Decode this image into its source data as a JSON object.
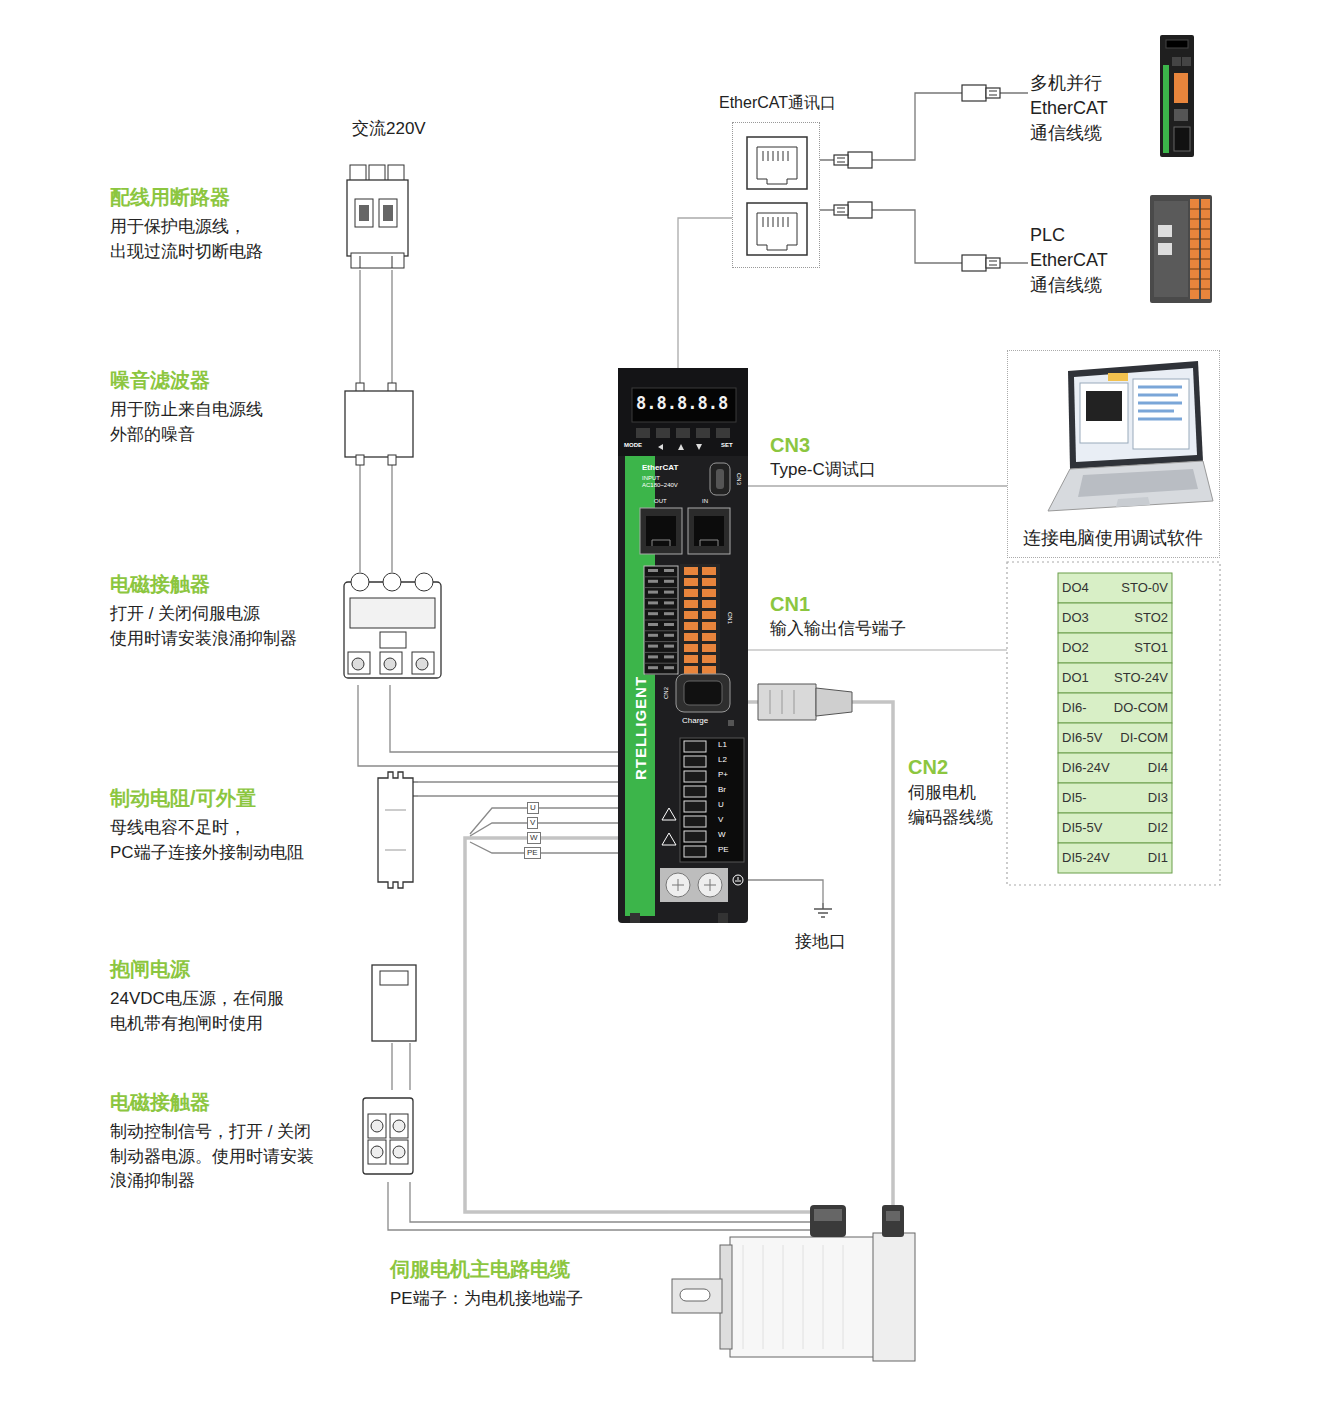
{
  "diagram": {
    "nodes": [
      {
        "text": [
          "配线用断路器",
          "用于保护电源线， 出现过流时切断电路"
        ]
      },
      {
        "text": [
          "EtherCAT通讯口"
        ]
      },
      {
        "text": [
          "多机并行 EtherCAT 通信线缆"
        ]
      },
      {
        "text": [
          "PLC EtherCAT 通信线缆"
        ]
      },
      {
        "text": [
          "噪音滤波器",
          "用于防止来自电源线 外部的噪音"
        ]
      },
      {
        "text": [
          "8.8.8.8.8",
          "MODE",
          "SET",
          "EtherCAT",
          "INPUT",
          "AC180~240V",
          "OUT",
          "IN",
          "CN3",
          "CN1",
          "CN2",
          "Charge",
          "L1",
          "L2",
          "P+",
          "Br",
          "U",
          "V",
          "W",
          "PE",
          "RTELLIGENT"
        ]
      },
      {
        "text": [
          "连接电脑使用调试软件"
        ]
      },
      {
        "text": [
          "电磁接触器",
          "打开 / 关闭伺服电源 使用时请安装浪涌抑制器"
        ]
      },
      {
        "text": [
          "制动电阻/可外置",
          "母线电容不足时， PC端子连接外接制动电阻"
        ]
      },
      {
        "text": [
          "接地口"
        ]
      },
      {
        "text": [
          "抱闸电源",
          "24VDC电压源，在伺服 电机带有抱闸时使用"
        ]
      },
      {
        "text": [
          "电磁接触器",
          "制动控制信号，打开 / 关闭 制动器电源。使用时请安装 浪涌抑制器"
        ]
      },
      {
        "text": [
          "伺服电机主电路电缆",
          "PE端子：为电机接地端子"
        ]
      }
    ],
    "edges": [
      {
        "from": 0,
        "to": 4,
        "arrow": "none"
      },
      {
        "from": 4,
        "to": 7,
        "arrow": "none"
      },
      {
        "from": 7,
        "to": 5,
        "arrow": "none"
      },
      {
        "from": 8,
        "to": 5,
        "arrow": "none"
      },
      {
        "from": 5,
        "to": 1,
        "arrow": "none"
      },
      {
        "from": 1,
        "to": 2,
        "arrow": "none"
      },
      {
        "from": 1,
        "to": 3,
        "arrow": "none"
      },
      {
        "from": 5,
        "to": 6,
        "arrow": "none"
      },
      {
        "from": 5,
        "to": 9,
        "arrow": "none"
      },
      {
        "from": 5,
        "to": 12,
        "arrow": "none"
      },
      {
        "from": 5,
        "to": 12,
        "arrow": "none"
      },
      {
        "from": 10,
        "to": 11,
        "arrow": "none"
      },
      {
        "from": 11,
        "to": 12,
        "arrow": "none"
      }
    ],
    "labels": [
      "交流220V",
      "CN3",
      "Type-C调试口",
      "CN1",
      "输入输出信号端子",
      "CN2",
      "伺服电机 编码器线缆",
      "DO4",
      "STO-0V",
      "DO3",
      "STO2",
      "DO2",
      "STO1",
      "DO1",
      "STO-24V",
      "DI6-",
      "DO-COM",
      "DI6-5V",
      "DI-COM",
      "DI6-24V",
      "DI4",
      "DI5-",
      "DI3",
      "DI5-5V",
      "DI2",
      "DI5-24V",
      "DI1",
      "U",
      "V",
      "W",
      "PE"
    ]
  }
}
